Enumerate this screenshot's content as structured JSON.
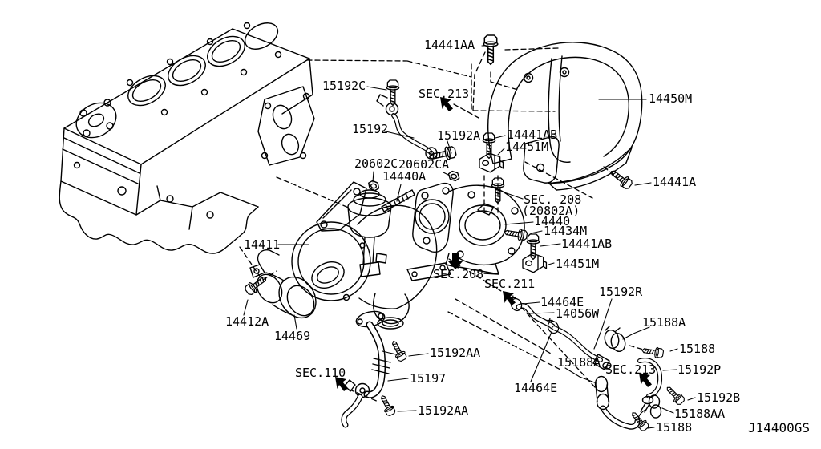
{
  "diagram": {
    "figure_code": "J14400GS",
    "colors": {
      "background": "#ffffff",
      "line": "#000000",
      "text": "#000000"
    },
    "labels": [
      {
        "text": "14441AA",
        "kind": "part"
      },
      {
        "text": "15192C",
        "kind": "part"
      },
      {
        "text": "SEC.213",
        "kind": "section"
      },
      {
        "text": "14450M",
        "kind": "part"
      },
      {
        "text": "15192",
        "kind": "part"
      },
      {
        "text": "15192A",
        "kind": "part"
      },
      {
        "text": "14441AB",
        "kind": "part"
      },
      {
        "text": "14451M",
        "kind": "part"
      },
      {
        "text": "20602C",
        "kind": "part"
      },
      {
        "text": "20602CA",
        "kind": "part"
      },
      {
        "text": "14440A",
        "kind": "part"
      },
      {
        "text": "14441A",
        "kind": "part"
      },
      {
        "text": "SEC. 208",
        "kind": "section"
      },
      {
        "text": "(20802A)",
        "kind": "section"
      },
      {
        "text": "14440",
        "kind": "part"
      },
      {
        "text": "14434M",
        "kind": "part"
      },
      {
        "text": "14441AB",
        "kind": "part"
      },
      {
        "text": "14451M",
        "kind": "part"
      },
      {
        "text": "14411",
        "kind": "part"
      },
      {
        "text": "SEC.208",
        "kind": "section"
      },
      {
        "text": "SEC.211",
        "kind": "section"
      },
      {
        "text": "15192R",
        "kind": "part"
      },
      {
        "text": "14464E",
        "kind": "part"
      },
      {
        "text": "14056W",
        "kind": "part"
      },
      {
        "text": "15188A",
        "kind": "part"
      },
      {
        "text": "14412A",
        "kind": "part"
      },
      {
        "text": "14469",
        "kind": "part"
      },
      {
        "text": "15188",
        "kind": "part"
      },
      {
        "text": "15192AA",
        "kind": "part"
      },
      {
        "text": "15188A",
        "kind": "part"
      },
      {
        "text": "SEC.213",
        "kind": "section"
      },
      {
        "text": "15192P",
        "kind": "part"
      },
      {
        "text": "SEC.110",
        "kind": "section"
      },
      {
        "text": "15197",
        "kind": "part"
      },
      {
        "text": "14464E",
        "kind": "part"
      },
      {
        "text": "15192B",
        "kind": "part"
      },
      {
        "text": "15188AA",
        "kind": "part"
      },
      {
        "text": "15192AA",
        "kind": "part"
      },
      {
        "text": "15188",
        "kind": "part"
      }
    ]
  }
}
